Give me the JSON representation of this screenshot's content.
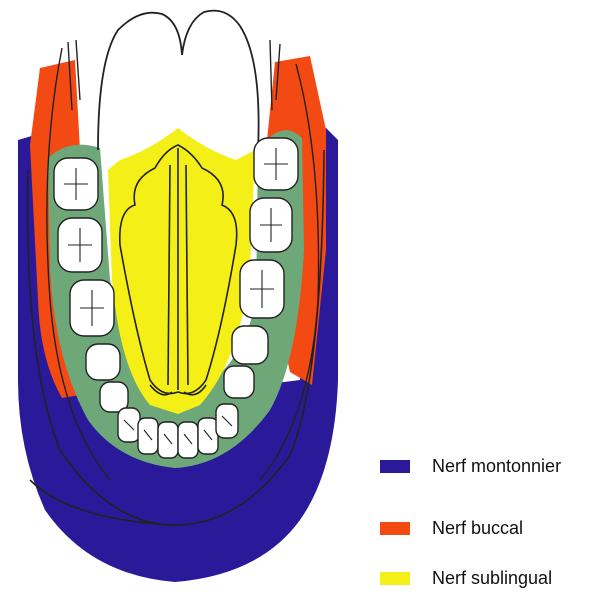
{
  "colors": {
    "mental": "#2a1a99",
    "buccal": "#f24a12",
    "lingual": "#f4ef16",
    "gingiva": "#6fa878",
    "outline": "#222222",
    "tooth": "#ffffff"
  },
  "legend": [
    {
      "label": "Nerf montonnier",
      "color": "#2a1a99"
    },
    {
      "label": "Nerf buccal",
      "color": "#f24a12"
    },
    {
      "label": "Nerf sublingual",
      "color": "#f4ef16"
    }
  ]
}
